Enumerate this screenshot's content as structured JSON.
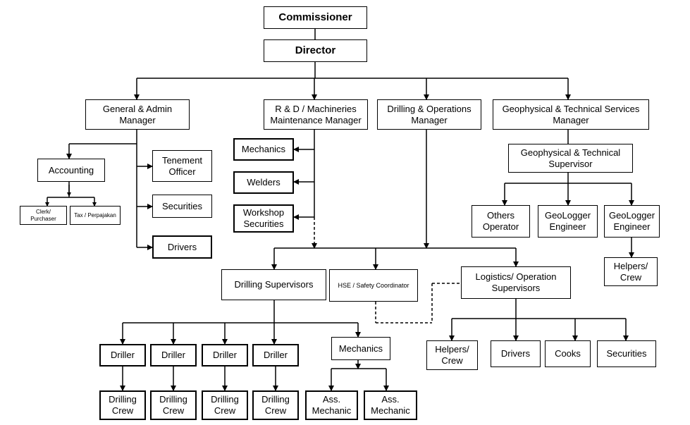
{
  "org": {
    "commissioner": "Commissioner",
    "director": "Director",
    "general_admin_manager": "General & Admin\nManager",
    "rd_manager": "R & D / Machineries\nMaintenance Manager",
    "drilling_ops_manager": "Drilling & Operations\nManager",
    "geo_services_manager": "Geophysical & Technical  Services\nManager",
    "accounting": "Accounting",
    "clerk_purchaser": "Clerk/\nPurchaser",
    "tax": "Tax / Perpajakan",
    "tenement_officer": "Tenement\nOfficer",
    "securities_admin": "Securities",
    "drivers_admin": "Drivers",
    "mechanics_rd": "Mechanics",
    "welders": "Welders",
    "workshop_securities": "Workshop\nSecurities",
    "geo_supervisor": "Geophysical & Technical\nSupervisor",
    "others_operator": "Others\nOperator",
    "geologger_1": "GeoLogger\nEngineer",
    "geologger_2": "GeoLogger\nEngineer",
    "helpers_crew_geo": "Helpers/\nCrew",
    "drilling_supervisors": "Drilling Supervisors",
    "hse": "HSE / Safety Coordinator",
    "logistics": "Logistics/ Operation\nSupervisors",
    "driller_1": "Driller",
    "driller_2": "Driller",
    "driller_3": "Driller",
    "driller_4": "Driller",
    "drilling_crew_1": "Drilling\nCrew",
    "drilling_crew_2": "Drilling\nCrew",
    "drilling_crew_3": "Drilling\nCrew",
    "drilling_crew_4": "Drilling\nCrew",
    "mechanics_drill": "Mechanics",
    "ass_mechanic_1": "Ass.\nMechanic",
    "ass_mechanic_2": "Ass.\nMechanic",
    "helpers_crew_log": "Helpers/\nCrew",
    "drivers_log": "Drivers",
    "cooks": "Cooks",
    "securities_log": "Securities"
  }
}
